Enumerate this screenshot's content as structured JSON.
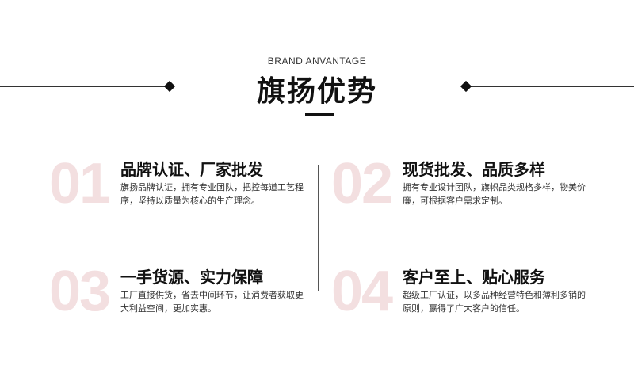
{
  "header": {
    "subtitle": "BRAND ANVANTAGE",
    "title": "旗扬优势"
  },
  "features": [
    {
      "number": "01",
      "heading": "品牌认证、厂家批发",
      "description": "旗扬品牌认证，拥有专业团队，把控每道工艺程序，坚持以质量为核心的生产理念。"
    },
    {
      "number": "02",
      "heading": "现货批发、品质多样",
      "description": "拥有专业设计团队，旗帜品类规格多样，物美价廉，可根据客户需求定制。"
    },
    {
      "number": "03",
      "heading": "一手货源、实力保障",
      "description": "工厂直接供货，省去中间环节，让消费者获取更大利益空间，更加实惠。"
    },
    {
      "number": "04",
      "heading": "客户至上、贴心服务",
      "description": "超级工厂认证，以多品种经营特色和薄利多销的原则，赢得了广大客户的信任。"
    }
  ]
}
